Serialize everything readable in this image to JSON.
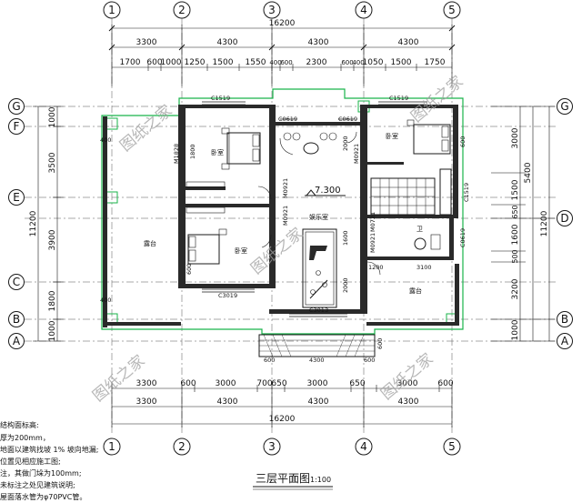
{
  "title": "三层平面图",
  "scale": "1:100",
  "axes_x": [
    "1",
    "2",
    "3",
    "4",
    "5"
  ],
  "axes_y_left": [
    "G",
    "F",
    "E",
    "C",
    "B",
    "A"
  ],
  "axes_y_right": [
    "G",
    "D",
    "B",
    "A"
  ],
  "dims": {
    "top_total": "16200",
    "top_major": [
      "3300",
      "4300",
      "4300",
      "4300"
    ],
    "top_minor": [
      "1700",
      "600",
      "1000",
      "1250",
      "1500",
      "1550",
      "400",
      "600",
      "2300",
      "600",
      "400",
      "1050",
      "1500",
      "1750"
    ],
    "bottom_minor": [
      "3300",
      "600",
      "3000",
      "700",
      "650",
      "3000",
      "650",
      "3000",
      "600"
    ],
    "bottom_major": [
      "3300",
      "4300",
      "4300",
      "4300"
    ],
    "bottom_total": "16200",
    "left_outer": [
      "1000",
      "3500",
      "3900",
      "1800",
      "1000"
    ],
    "left_total": "11200",
    "right_inner": [
      "3000",
      "1500",
      "650",
      "1600",
      "500",
      "3200",
      "1000"
    ],
    "right_mid": [
      "5400"
    ],
    "right_total": "11200"
  },
  "rooms": {
    "bedroom_a": "卧室",
    "bedroom_b": "卧室",
    "bedroom_c": "卧室",
    "terrace_left": "露台",
    "terrace_right": "露台",
    "leisure": "娱乐室",
    "bath": "卫"
  },
  "openings": {
    "c1519_left": "C1519",
    "c1519_right": "C1519",
    "c1519_stair": "C1519",
    "c0619_a": "C0619",
    "c0619_b": "C0619",
    "c0619_c": "C0619",
    "c3019": "C3019",
    "c3013": "C3013",
    "m1828": "M1828",
    "m0921_a": "M0921",
    "m0921_b": "M0921",
    "m0921_c": "M0921",
    "m0921_d": "M0921",
    "m0721": "M0721"
  },
  "elevation": "7.300",
  "inner_dims": {
    "d1800": "1800",
    "d2000": "2000",
    "d1600": "1600",
    "d600a": "600",
    "d600b": "600",
    "d1200": "1200",
    "d3100": "3100",
    "d2000b": "2000",
    "d400a": "400",
    "d400b": "400",
    "d600c": "600",
    "d600d": "600",
    "d600e": "600",
    "d4300": "4300"
  },
  "watermark": "图纸之家",
  "notes": [
    "结构面标高:",
    "厚为200mm，",
    "地面以建筑找坡 1% 坡向地漏;",
    "位置见相应施工图;",
    "注，其做门垛为100mm;",
    "未标注之处见建筑说明;",
    "屋面落水管为φ70PVC管。"
  ],
  "colors": {
    "frame": "#19b34a",
    "line": "#1a1a1a",
    "watermark": "#a0a0a0"
  }
}
